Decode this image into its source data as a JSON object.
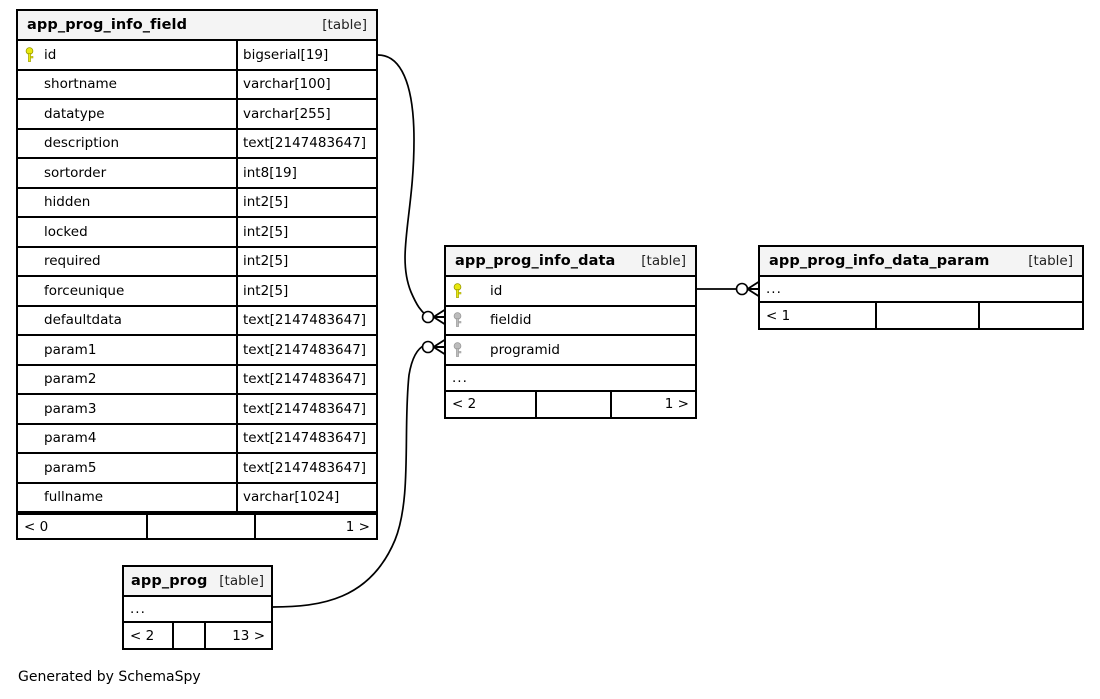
{
  "diagram": {
    "caption": "Generated by SchemaSpy",
    "table_tag": "[table]",
    "ellipsis": "...",
    "colors": {
      "primary_key": "#e8e80f",
      "foreign_key": "#b8b8b8",
      "border": "#000000",
      "header_background": "#f4f4f4",
      "background": "#ffffff"
    }
  },
  "entities": {
    "app_prog_info_field": {
      "title": "app_prog_info_field",
      "tag": "[table]",
      "columns": [
        {
          "name": "id",
          "type": "bigserial[19]",
          "key": "primary"
        },
        {
          "name": "shortname",
          "type": "varchar[100]",
          "key": "none"
        },
        {
          "name": "datatype",
          "type": "varchar[255]",
          "key": "none"
        },
        {
          "name": "description",
          "type": "text[2147483647]",
          "key": "none"
        },
        {
          "name": "sortorder",
          "type": "int8[19]",
          "key": "none"
        },
        {
          "name": "hidden",
          "type": "int2[5]",
          "key": "none"
        },
        {
          "name": "locked",
          "type": "int2[5]",
          "key": "none"
        },
        {
          "name": "required",
          "type": "int2[5]",
          "key": "none"
        },
        {
          "name": "forceunique",
          "type": "int2[5]",
          "key": "none"
        },
        {
          "name": "defaultdata",
          "type": "text[2147483647]",
          "key": "none"
        },
        {
          "name": "param1",
          "type": "text[2147483647]",
          "key": "none"
        },
        {
          "name": "param2",
          "type": "text[2147483647]",
          "key": "none"
        },
        {
          "name": "param3",
          "type": "text[2147483647]",
          "key": "none"
        },
        {
          "name": "param4",
          "type": "text[2147483647]",
          "key": "none"
        },
        {
          "name": "param5",
          "type": "text[2147483647]",
          "key": "none"
        },
        {
          "name": "fullname",
          "type": "varchar[1024]",
          "key": "none"
        }
      ],
      "footer": {
        "left": "< 0",
        "middle": "",
        "right": "1 >"
      }
    },
    "app_prog_info_data": {
      "title": "app_prog_info_data",
      "tag": "[table]",
      "columns": [
        {
          "name": "id",
          "key": "primary"
        },
        {
          "name": "fieldid",
          "key": "foreign"
        },
        {
          "name": "programid",
          "key": "foreign"
        }
      ],
      "ellipsis": "...",
      "footer": {
        "left": "< 2",
        "middle": "",
        "right": "1 >"
      }
    },
    "app_prog_info_data_param": {
      "title": "app_prog_info_data_param",
      "tag": "[table]",
      "ellipsis": "...",
      "footer": {
        "left": "< 1",
        "middle": "",
        "right": ""
      }
    },
    "app_prog": {
      "title": "app_prog",
      "tag": "[table]",
      "ellipsis": "...",
      "footer": {
        "left": "< 2",
        "middle": "",
        "right": "13 >"
      }
    }
  },
  "relationships": [
    {
      "from": "app_prog_info_field.id",
      "to": "app_prog_info_data.fieldid",
      "notation": "crows-foot-optional"
    },
    {
      "from": "app_prog.id",
      "to": "app_prog_info_data.programid",
      "notation": "crows-foot-optional"
    },
    {
      "from": "app_prog_info_data.id",
      "to": "app_prog_info_data_param",
      "notation": "crows-foot-optional"
    }
  ]
}
